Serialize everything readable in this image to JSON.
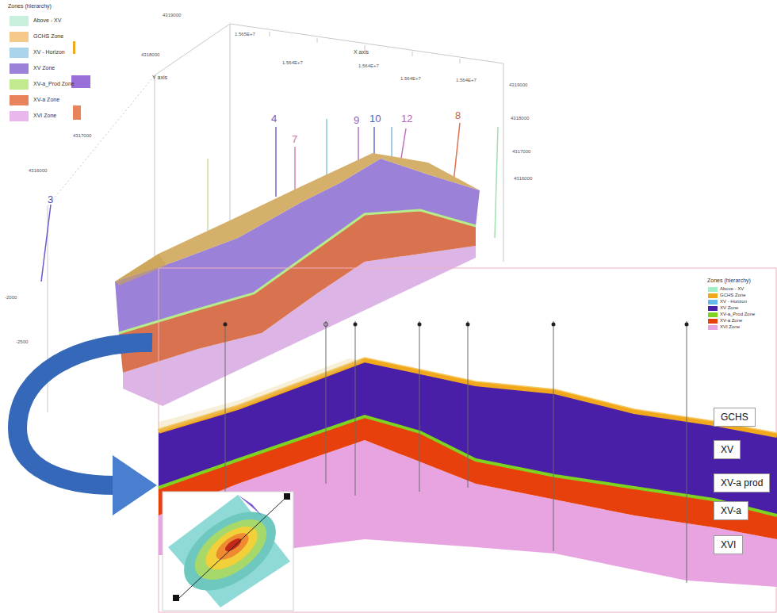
{
  "diagram": {
    "nodes": [
      {
        "text": [
          "GCHS"
        ]
      },
      {
        "text": [
          "XV"
        ]
      },
      {
        "text": [
          "XV-a prod"
        ]
      },
      {
        "text": [
          "XV-a"
        ]
      },
      {
        "text": [
          "XVI"
        ]
      }
    ],
    "labels": [
      "Zones (hierarchy)",
      "Zones (hierarchy)",
      "X axis",
      "Y axis",
      "1.565E+7",
      "1.564E+7",
      "1.564E+7",
      "1.564E+7",
      "1.564E+7",
      "4319000",
      "4318000",
      "4317000",
      "4316000",
      "4319000",
      "4318000",
      "4317000",
      "4316000",
      "-2000",
      "-2500",
      "3",
      "4",
      "7",
      "9",
      "10",
      "12",
      "8"
    ],
    "legend": [
      {
        "text": "Above - XV",
        "color": "#c9f0dc"
      },
      {
        "text": "GCHS Zone",
        "color": "#f4c98a"
      },
      {
        "text": "XV - Horizon",
        "color": "#a9d4ec"
      },
      {
        "text": "XV Zone",
        "color": "#9b82d8"
      },
      {
        "text": "XV-a_Prod Zone",
        "color": "#c2ea8f"
      },
      {
        "text": "XV-a Zone",
        "color": "#e8845c"
      },
      {
        "text": "XVI Zone",
        "color": "#e8b8ec"
      },
      {
        "text": "Above - XV",
        "color": "#9ff0c8"
      },
      {
        "text": "GCHS Zone",
        "color": "#f2a81d"
      },
      {
        "text": "XV - Horizon",
        "color": "#66b8e8"
      },
      {
        "text": "XV Zone",
        "color": "#4a1fa8"
      },
      {
        "text": "XV-a_Prod Zone",
        "color": "#7ed321"
      },
      {
        "text": "XV-a Zone",
        "color": "#e8400c"
      },
      {
        "text": "XVI Zone",
        "color": "#e8a4e0"
      }
    ]
  }
}
